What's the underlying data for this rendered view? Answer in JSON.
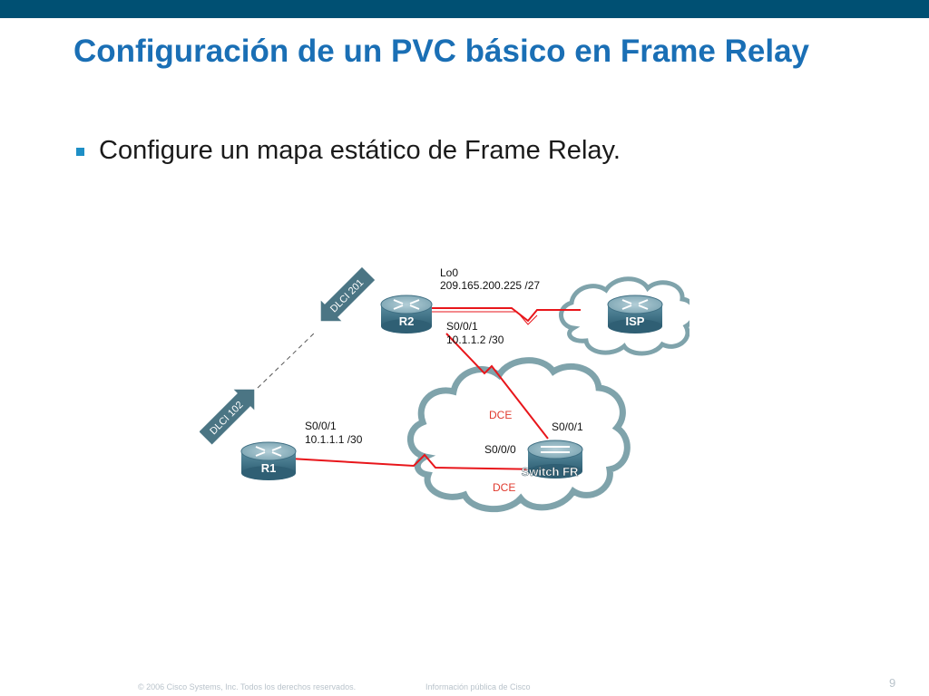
{
  "slide": {
    "title": "Configuración de un PVC básico en Frame Relay",
    "bullet": "Configure un mapa estático de Frame Relay.",
    "footer_copyright": "© 2006 Cisco Systems, Inc. Todos los derechos reservados.",
    "footer_info": "Información pública de Cisco",
    "page_number": "9"
  },
  "diagram": {
    "devices": {
      "r1": "R1",
      "r2": "R2",
      "isp": "ISP",
      "switch": "Switch FR"
    },
    "labels": {
      "lo0": "Lo0",
      "lo0_ip": "209.165.200.225 /27",
      "r2_iface": "S0/0/1",
      "r2_ip": "10.1.1.2 /30",
      "r1_iface": "S0/0/1",
      "r1_ip": "10.1.1.1 /30",
      "sw_iface_top": "S0/0/1",
      "sw_iface_left": "S0/0/0",
      "dce_top": "DCE",
      "dce_bottom": "DCE",
      "dlci_201": "DLCI 201",
      "dlci_102": "DLCI 102"
    },
    "colors": {
      "link": "#e8161b",
      "router_top": "#86acb9",
      "router_side": "#3f6f83",
      "cloud_stroke": "#7fa3ab",
      "arrow": "#4b7584",
      "dce": "#e03a2e"
    }
  }
}
